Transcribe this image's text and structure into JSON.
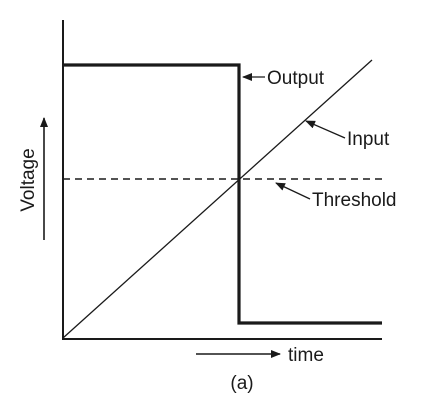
{
  "diagram": {
    "axis_labels": {
      "y": "Voltage",
      "x": "time"
    },
    "curve_labels": {
      "output": "Output",
      "input": "Input",
      "threshold": "Threshold"
    },
    "caption": "(a)",
    "colors": {
      "ink": "#1a1a1a",
      "background": "#ffffff"
    }
  }
}
